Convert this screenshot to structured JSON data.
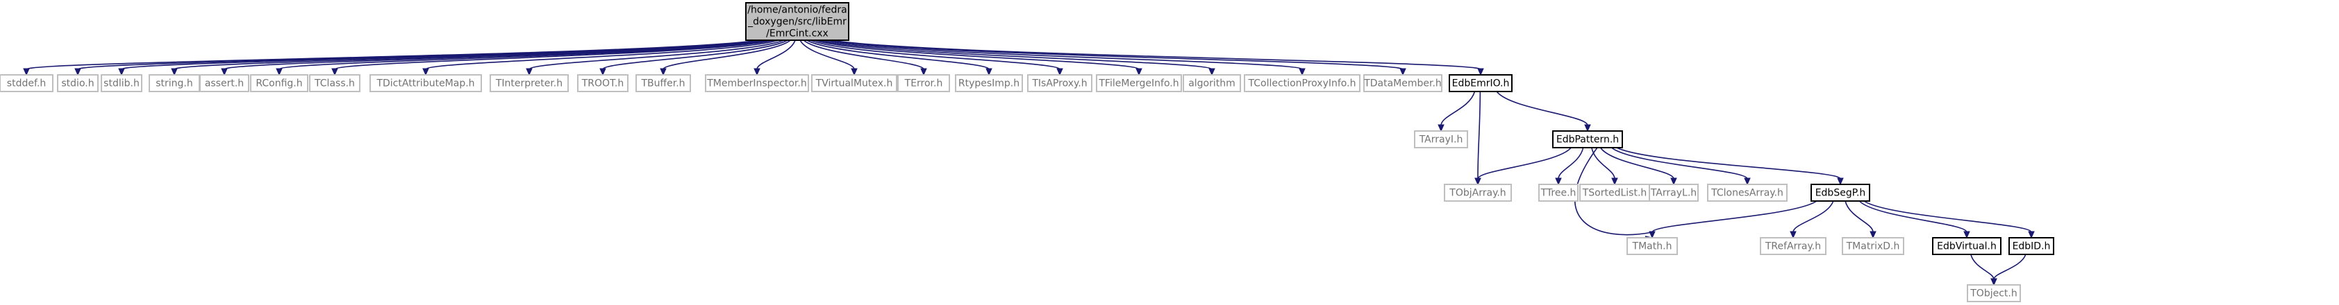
{
  "graph": {
    "root": "root",
    "nodes": [
      {
        "id": "root",
        "lines": [
          "/home/antonio/fedra",
          "_doxygen/src/libEmr",
          "/EmrCint.cxx"
        ],
        "kind": "root"
      },
      {
        "id": "stddef",
        "lines": [
          "stddef.h"
        ],
        "kind": "ext"
      },
      {
        "id": "stdio",
        "lines": [
          "stdio.h"
        ],
        "kind": "ext"
      },
      {
        "id": "stdlib",
        "lines": [
          "stdlib.h"
        ],
        "kind": "ext"
      },
      {
        "id": "string",
        "lines": [
          "string.h"
        ],
        "kind": "ext"
      },
      {
        "id": "assert",
        "lines": [
          "assert.h"
        ],
        "kind": "ext"
      },
      {
        "id": "rconfig",
        "lines": [
          "RConfig.h"
        ],
        "kind": "ext"
      },
      {
        "id": "tclass",
        "lines": [
          "TClass.h"
        ],
        "kind": "ext"
      },
      {
        "id": "tdictattr",
        "lines": [
          "TDictAttributeMap.h"
        ],
        "kind": "ext"
      },
      {
        "id": "tinterp",
        "lines": [
          "TInterpreter.h"
        ],
        "kind": "ext"
      },
      {
        "id": "troot",
        "lines": [
          "TROOT.h"
        ],
        "kind": "ext"
      },
      {
        "id": "tbuffer",
        "lines": [
          "TBuffer.h"
        ],
        "kind": "ext"
      },
      {
        "id": "tmemberinsp",
        "lines": [
          "TMemberInspector.h"
        ],
        "kind": "ext"
      },
      {
        "id": "tvirtmutex",
        "lines": [
          "TVirtualMutex.h"
        ],
        "kind": "ext"
      },
      {
        "id": "terror",
        "lines": [
          "TError.h"
        ],
        "kind": "ext"
      },
      {
        "id": "rtypesimp",
        "lines": [
          "RtypesImp.h"
        ],
        "kind": "ext"
      },
      {
        "id": "tisaproxy",
        "lines": [
          "TIsAProxy.h"
        ],
        "kind": "ext"
      },
      {
        "id": "tfilemerge",
        "lines": [
          "TFileMergeInfo.h"
        ],
        "kind": "ext"
      },
      {
        "id": "algorithm",
        "lines": [
          "algorithm"
        ],
        "kind": "ext"
      },
      {
        "id": "tcollproxy",
        "lines": [
          "TCollectionProxyInfo.h"
        ],
        "kind": "ext"
      },
      {
        "id": "tdatamember",
        "lines": [
          "TDataMember.h"
        ],
        "kind": "ext"
      },
      {
        "id": "edbemrio",
        "lines": [
          "EdbEmrIO.h"
        ],
        "kind": "known"
      },
      {
        "id": "tarrayi",
        "lines": [
          "TArrayI.h"
        ],
        "kind": "ext"
      },
      {
        "id": "edbpattern",
        "lines": [
          "EdbPattern.h"
        ],
        "kind": "known"
      },
      {
        "id": "tobjarray",
        "lines": [
          "TObjArray.h"
        ],
        "kind": "ext"
      },
      {
        "id": "ttree",
        "lines": [
          "TTree.h"
        ],
        "kind": "ext"
      },
      {
        "id": "tsortedlist",
        "lines": [
          "TSortedList.h"
        ],
        "kind": "ext"
      },
      {
        "id": "tarrayl",
        "lines": [
          "TArrayL.h"
        ],
        "kind": "ext"
      },
      {
        "id": "tclonesarray",
        "lines": [
          "TClonesArray.h"
        ],
        "kind": "ext"
      },
      {
        "id": "edbsegp",
        "lines": [
          "EdbSegP.h"
        ],
        "kind": "known"
      },
      {
        "id": "tmath",
        "lines": [
          "TMath.h"
        ],
        "kind": "ext"
      },
      {
        "id": "trefarray",
        "lines": [
          "TRefArray.h"
        ],
        "kind": "ext"
      },
      {
        "id": "tmatrixd",
        "lines": [
          "TMatrixD.h"
        ],
        "kind": "ext"
      },
      {
        "id": "edbvirtual",
        "lines": [
          "EdbVirtual.h"
        ],
        "kind": "known"
      },
      {
        "id": "edbid",
        "lines": [
          "EdbID.h"
        ],
        "kind": "known"
      },
      {
        "id": "tobject",
        "lines": [
          "TObject.h"
        ],
        "kind": "ext"
      }
    ],
    "edges": [
      [
        "root",
        "stddef"
      ],
      [
        "root",
        "stdio"
      ],
      [
        "root",
        "stdlib"
      ],
      [
        "root",
        "string"
      ],
      [
        "root",
        "assert"
      ],
      [
        "root",
        "rconfig"
      ],
      [
        "root",
        "tclass"
      ],
      [
        "root",
        "tdictattr"
      ],
      [
        "root",
        "tinterp"
      ],
      [
        "root",
        "troot"
      ],
      [
        "root",
        "tbuffer"
      ],
      [
        "root",
        "tmemberinsp"
      ],
      [
        "root",
        "tvirtmutex"
      ],
      [
        "root",
        "terror"
      ],
      [
        "root",
        "rtypesimp"
      ],
      [
        "root",
        "tisaproxy"
      ],
      [
        "root",
        "tfilemerge"
      ],
      [
        "root",
        "algorithm"
      ],
      [
        "root",
        "tcollproxy"
      ],
      [
        "root",
        "tdatamember"
      ],
      [
        "root",
        "edbemrio"
      ],
      [
        "edbemrio",
        "tarrayi"
      ],
      [
        "edbemrio",
        "edbpattern"
      ],
      [
        "edbemrio",
        "tobjarray"
      ],
      [
        "edbpattern",
        "tobjarray"
      ],
      [
        "edbpattern",
        "ttree"
      ],
      [
        "edbpattern",
        "tsortedlist"
      ],
      [
        "edbpattern",
        "tarrayl"
      ],
      [
        "edbpattern",
        "tclonesarray"
      ],
      [
        "edbpattern",
        "edbsegp"
      ],
      [
        "edbpattern",
        "tmath"
      ],
      [
        "edbsegp",
        "tmath"
      ],
      [
        "edbsegp",
        "trefarray"
      ],
      [
        "edbsegp",
        "tmatrixd"
      ],
      [
        "edbsegp",
        "edbvirtual"
      ],
      [
        "edbsegp",
        "edbid"
      ],
      [
        "edbvirtual",
        "tobject"
      ],
      [
        "edbid",
        "tobject"
      ]
    ]
  }
}
